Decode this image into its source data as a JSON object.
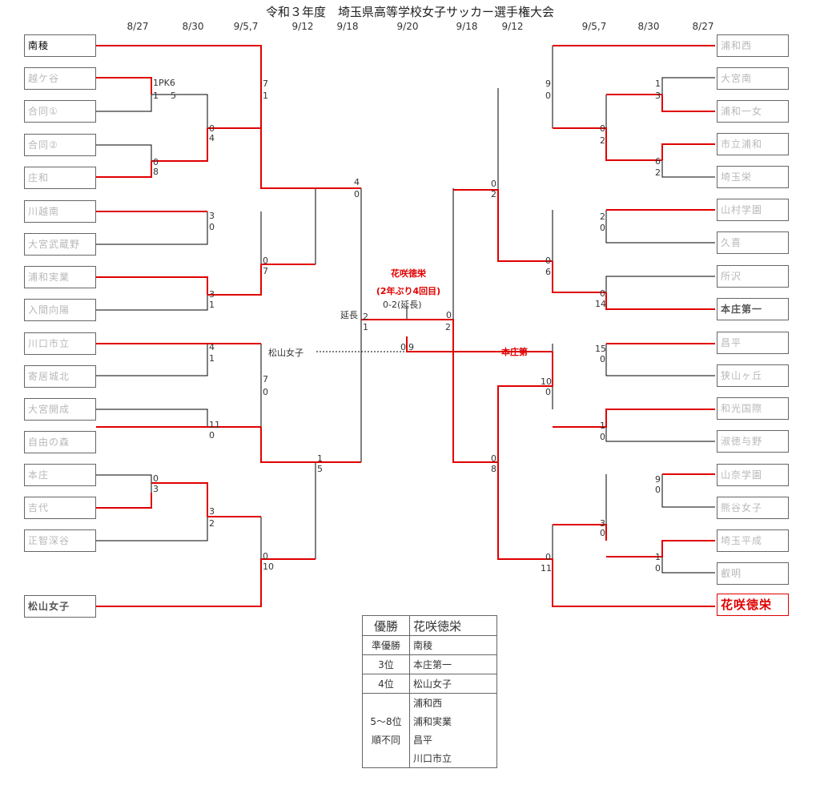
{
  "title": "令和３年度　埼玉県高等学校女子サッカー選手権大会",
  "dates": [
    "8/27",
    "8/30",
    "9/5,7",
    "9/12",
    "9/18",
    "9/20",
    "9/18",
    "9/12",
    "9/5,7",
    "8/30",
    "8/27"
  ],
  "left_teams": [
    "南稜",
    "越ケ谷",
    "合同①",
    "合同②",
    "庄和",
    "川越南",
    "大宮武蔵野",
    "浦和実業",
    "入間向陽",
    "川口市立",
    "寄居城北",
    "大宮開成",
    "自由の森",
    "本庄",
    "吉代",
    "正智深谷",
    "松山女子"
  ],
  "right_teams": [
    "浦和西",
    "大宮南",
    "浦和一女",
    "市立浦和",
    "埼玉栄",
    "山村学園",
    "久喜",
    "所沢",
    "本庄第一",
    "昌平",
    "狭山ヶ丘",
    "和光国際",
    "淑徳与野",
    "山奈学園",
    "熊谷女子",
    "埼玉平成",
    "叡明",
    "花咲徳栄"
  ],
  "scores": [
    "1PK6",
    "1",
    "5",
    "0",
    "8",
    "0",
    "4",
    "7",
    "1",
    "3",
    "0",
    "3",
    "1",
    "0",
    "7",
    "4",
    "0",
    "4",
    "1",
    "7",
    "0",
    "11",
    "0",
    "0",
    "3",
    "3",
    "2",
    "0",
    "10",
    "1",
    "5",
    "9",
    "0",
    "1",
    "3",
    "0",
    "2",
    "6",
    "2",
    "0",
    "2",
    "2",
    "0",
    "0",
    "6",
    "0",
    "14",
    "15",
    "0",
    "10",
    "0",
    "1",
    "0",
    "9",
    "0",
    "3",
    "0",
    "1",
    "0",
    "0",
    "11",
    "0",
    "8"
  ],
  "final": {
    "winner": "花咲徳栄",
    "note": "(2年ぶり4回目)",
    "result": "0-2(延長)",
    "left_extra": "延長",
    "left_score_a": "2",
    "left_score_b": "1",
    "right_score_a": "0",
    "right_score_b": "2",
    "third_left": "松山女子",
    "third_right": "本庄第一",
    "third_score_l": "0",
    "third_score_r": "9"
  },
  "results": {
    "rows": [
      {
        "label": "優勝",
        "value": "花咲徳栄"
      },
      {
        "label": "準優勝",
        "value": "南稜"
      },
      {
        "label": "3位",
        "value": "本庄第一"
      },
      {
        "label": "4位",
        "value": "松山女子"
      }
    ],
    "ranks_label_a": "5～8位",
    "ranks_label_b": "順不同",
    "ranks": [
      "浦和西",
      "浦和実業",
      "昌平",
      "川口市立"
    ]
  },
  "colors": {
    "win": "#e00000",
    "line": "#000000"
  }
}
